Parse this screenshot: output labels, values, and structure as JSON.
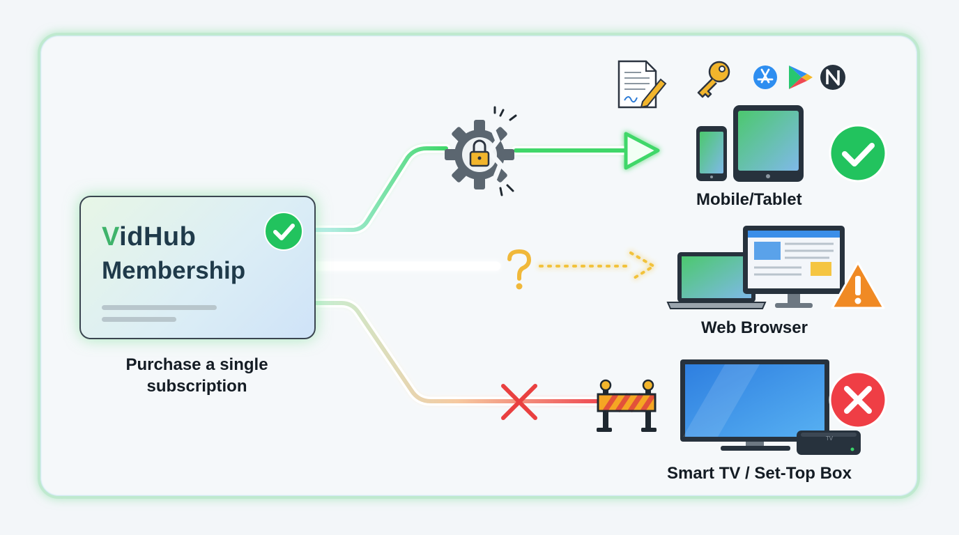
{
  "source": {
    "brand_prefix": "V",
    "brand_rest": "idHub",
    "title_line2": "Membership",
    "caption": "Purchase a single subscription"
  },
  "targets": [
    {
      "label": "Mobile/Tablet",
      "status": "supported",
      "status_color": "#22c35e"
    },
    {
      "label": "Web Browser",
      "status": "uncertain",
      "status_color": "#f08a24"
    },
    {
      "label": "Smart TV / Set-Top Box",
      "status": "blocked",
      "status_color": "#ef3e45"
    }
  ],
  "paths": [
    {
      "color": "#46d66a",
      "style": "solid",
      "marker": "lock-gear-icon"
    },
    {
      "color": "#f3c51f",
      "style": "dotted",
      "marker": "question-icon"
    },
    {
      "color": "#ef4a52",
      "style": "solid",
      "marker": "x-icon"
    }
  ],
  "tv_box_label": "TV",
  "store_icons": [
    "document-signature-icon",
    "key-icon",
    "app-store-icon",
    "play-store-icon",
    "n-store-icon"
  ]
}
